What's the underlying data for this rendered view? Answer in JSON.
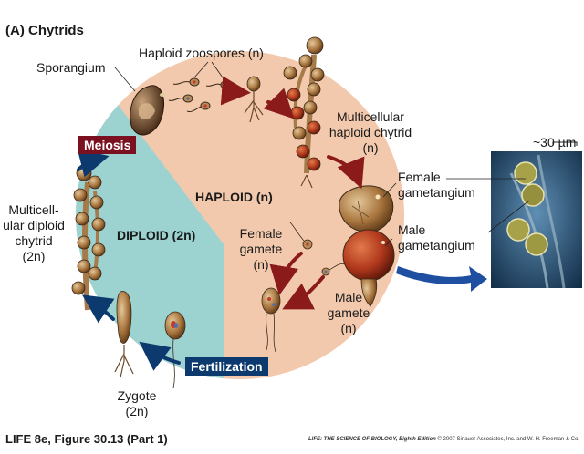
{
  "title": "(A)  Chytrids",
  "labels": {
    "sporangium": "Sporangium",
    "haploid_zoospores": "Haploid zoospores (n)",
    "multicellular_haploid": [
      "Multicellular",
      "haploid chytrid",
      "(n)"
    ],
    "scale": "~30 µm",
    "haploid_region": "HAPLOID (n)",
    "diploid_region": "DIPLOID (2n)",
    "female_gametangium": [
      "Female",
      "gametangium"
    ],
    "male_gametangium": [
      "Male",
      "gametangium"
    ],
    "female_gamete": [
      "Female",
      "gamete",
      "(n)"
    ],
    "male_gamete": [
      "Male",
      "gamete",
      "(n)"
    ],
    "multicellular_diploid": [
      "Multicell-",
      "ular diploid",
      "chytrid",
      "(2n)"
    ],
    "zygote": [
      "Zygote",
      "(2n)"
    ]
  },
  "process_boxes": {
    "meiosis": "Meiosis",
    "fertilization": "Fertilization"
  },
  "footer": {
    "figure": "LIFE 8e, Figure 30.13 (Part 1)",
    "credit_title": "LIFE: THE SCIENCE OF BIOLOGY, Eighth Edition",
    "credit_rest": " © 2007 Sinauer Associates, Inc. and W. H. Freeman & Co."
  },
  "colors": {
    "haploid_fill": "#f3c9ad",
    "diploid_fill": "#9cd3d0",
    "meiosis_box": "#7a1020",
    "fertilization_box": "#0d3a6e",
    "haploid_arrow": "#8b1a1a",
    "diploid_arrow": "#0d3a6e",
    "micrograph_arrow": "#1f4fa0"
  }
}
